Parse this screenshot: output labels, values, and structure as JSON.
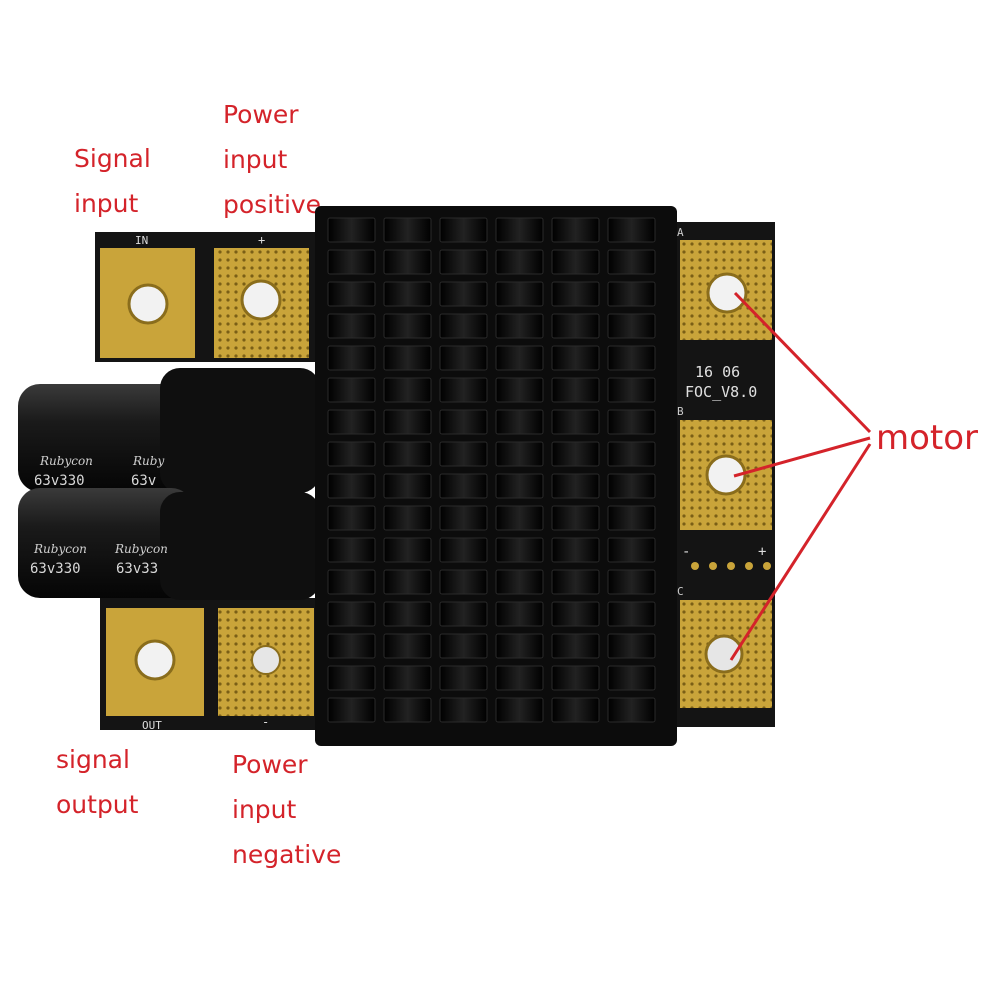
{
  "labels": {
    "signal_input": "Signal\ninput",
    "power_positive": "Power\ninput\npositive",
    "signal_output": "signal\noutput",
    "power_negative": "Power\ninput\nnegative",
    "motor": "motor"
  },
  "board_marks": {
    "in": "IN",
    "plus": "+",
    "out": "OUT",
    "minus": "-",
    "phase_a": "A",
    "phase_b": "B",
    "phase_c": "C",
    "code_line1": "16 06",
    "code_line2": "FOC_V8.0",
    "conn_minus": "-",
    "conn_plus": "+"
  },
  "capacitors": {
    "brand": "Rubycon",
    "brand_short": "Ruby",
    "rating_top": "63v330",
    "rating_top_short": "63v",
    "rating_bottom": "63v330",
    "rating_bottom_short": "63v33"
  },
  "colors": {
    "annotation": "#d4232a",
    "pcb": "#141414",
    "pad_gold": "#c9a43a",
    "heatsink": "#0c0c0c"
  }
}
